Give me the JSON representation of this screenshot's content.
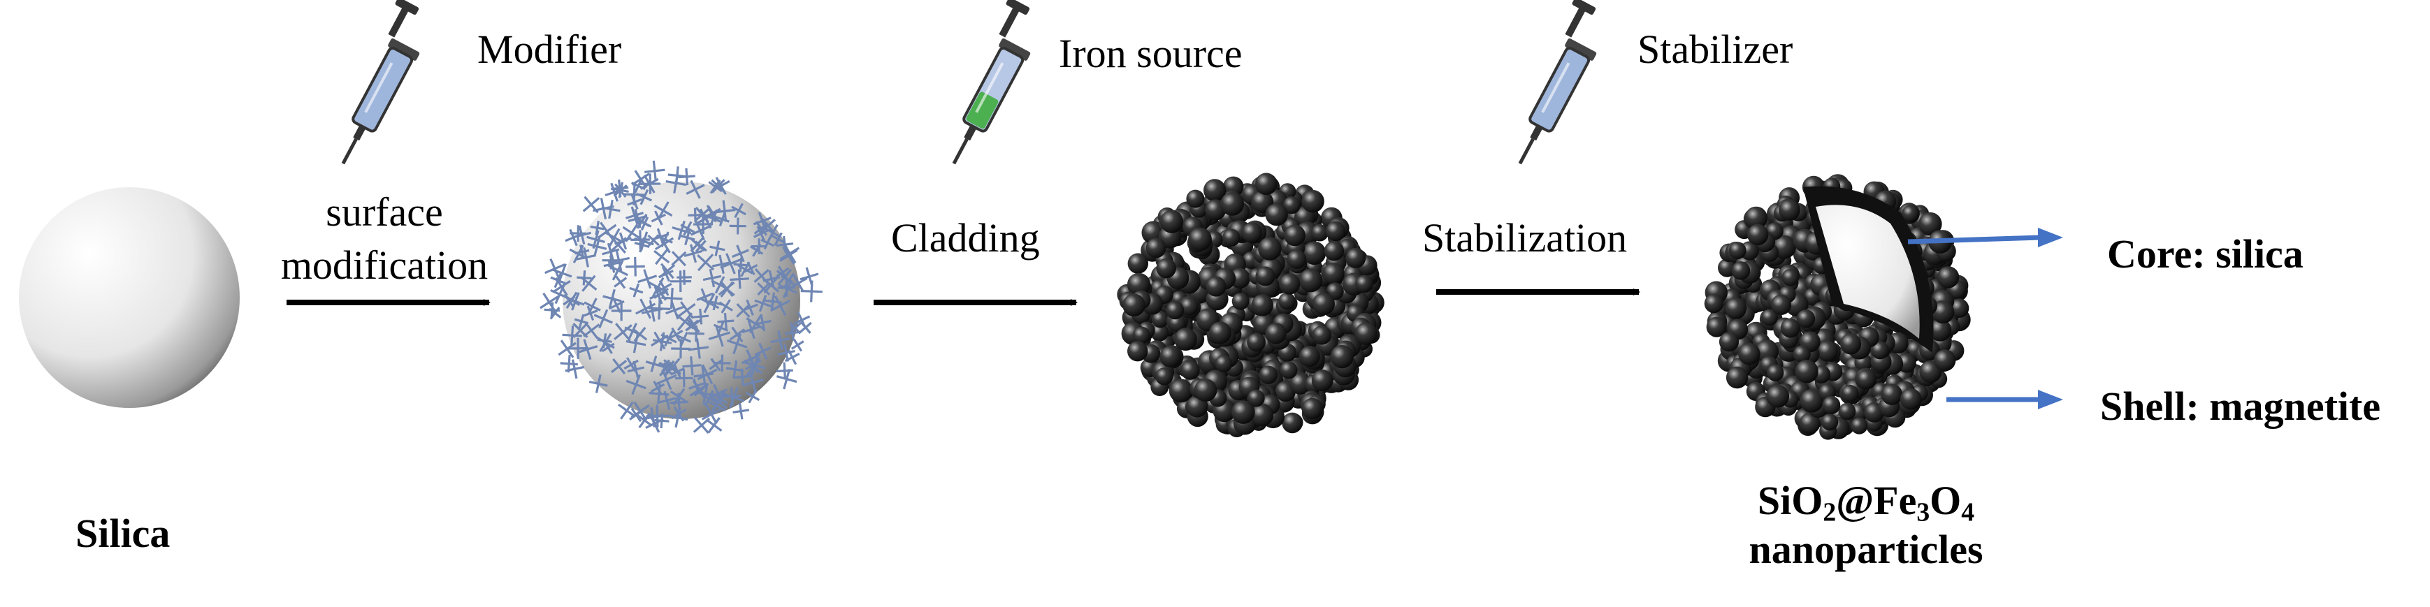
{
  "reagents": {
    "modifier": "Modifier",
    "iron_source": "Iron source",
    "stabilizer": "Stabilizer"
  },
  "steps": {
    "step1_line1": "surface",
    "step1_line2": "modification",
    "step2": "Cladding",
    "step3": "Stabilization"
  },
  "particles": {
    "silica": "Silica",
    "product_formula": {
      "p1": "SiO",
      "s1": "2",
      "p2": "@Fe",
      "s2": "3",
      "p3": "O",
      "s3": "4"
    },
    "product_line2": "nanoparticles"
  },
  "annotations": {
    "core": "Core: silica",
    "shell": "Shell: magnetite"
  },
  "colors": {
    "syringe_empty": "#9fb6dc",
    "syringe_green": "#4caf50",
    "modifier_crosses": "#6f86b3",
    "pointer_arrows": "#4472c4"
  }
}
